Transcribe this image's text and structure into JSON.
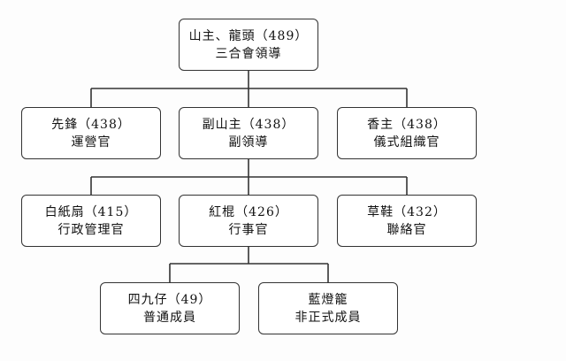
{
  "nodes": {
    "leader": {
      "line1": "山主、龍頭（489）",
      "line2": "三合會領導"
    },
    "vanguard": {
      "line1": "先鋒（438）",
      "line2": "運營官"
    },
    "deputy": {
      "line1": "副山主（438）",
      "line2": "副領導"
    },
    "incense": {
      "line1": "香主（438）",
      "line2": "儀式組織官"
    },
    "white_paper": {
      "line1": "白紙扇（415）",
      "line2": "行政管理官"
    },
    "red_pole": {
      "line1": "紅棍（426）",
      "line2": "行事官"
    },
    "straw_sandal": {
      "line1": "草鞋（432）",
      "line2": "聯絡官"
    },
    "forty_nine": {
      "line1": "四九仔（49）",
      "line2": "普通成員"
    },
    "blue_lantern": {
      "line1": "藍燈籠",
      "line2": "非正式成員"
    }
  }
}
